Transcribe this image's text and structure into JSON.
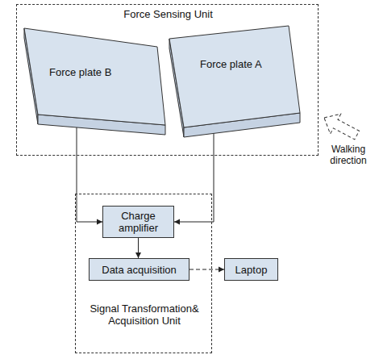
{
  "diagram": {
    "nodes": [
      {
        "text": [
          "Force Sensing Unit"
        ]
      },
      {
        "text": [
          "Force plate B"
        ],
        "in": 0
      },
      {
        "text": [
          "Force plate A"
        ],
        "in": 0
      },
      {
        "text": [
          "Signal Transformation& Acquisition Unit"
        ]
      },
      {
        "text": [
          "Charge amplifier"
        ],
        "in": 3
      },
      {
        "text": [
          "Data acquisition"
        ],
        "in": 3
      },
      {
        "text": [
          "Laptop"
        ]
      }
    ],
    "edges": [
      {
        "from": 1,
        "to": 4,
        "arrow": "to"
      },
      {
        "from": 2,
        "to": 4,
        "arrow": "to"
      },
      {
        "from": 4,
        "to": 5,
        "arrow": "to"
      },
      {
        "from": 5,
        "to": 6,
        "arrow": "to"
      }
    ],
    "labels": [
      "Walking direction"
    ]
  }
}
